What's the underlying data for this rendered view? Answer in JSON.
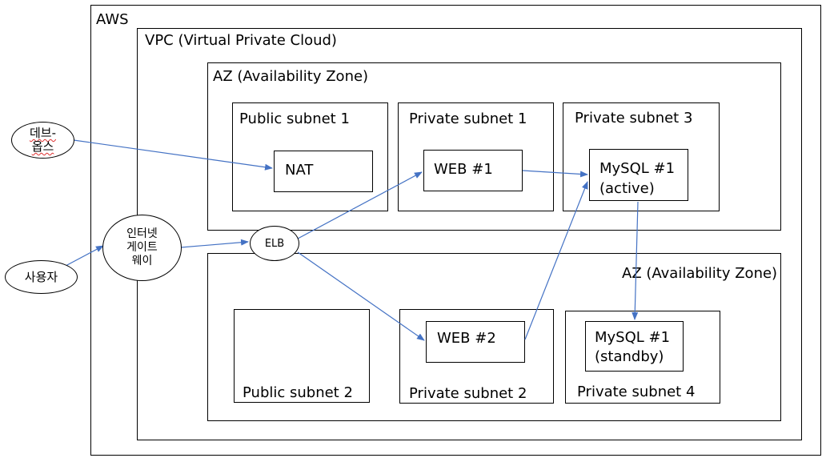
{
  "containers": {
    "aws": "AWS",
    "vpc": "VPC (Virtual Private Cloud)",
    "az1": "AZ (Availability Zone)",
    "az2": "AZ (Availability Zone)"
  },
  "subnets": {
    "public1": "Public subnet 1",
    "private1": "Private subnet 1",
    "private3": "Private subnet 3",
    "public2": "Public subnet 2",
    "private2": "Private subnet 2",
    "private4": "Private subnet 4"
  },
  "nodes": {
    "nat": "NAT",
    "web1": "WEB #1",
    "mysql1_line1": "MySQL #1",
    "mysql1_line2": "(active)",
    "web2": "WEB #2",
    "mysql2_line1": "MySQL #1",
    "mysql2_line2": "(standby)"
  },
  "actors": {
    "devops_line1": "데브-",
    "devops_line2": "옵스",
    "user": "사용자",
    "igw_line1": "인터넷",
    "igw_line2": "게이트",
    "igw_line3": "웨이",
    "elb": "ELB"
  },
  "colors": {
    "arrow": "#4472c4",
    "border": "#000000"
  }
}
